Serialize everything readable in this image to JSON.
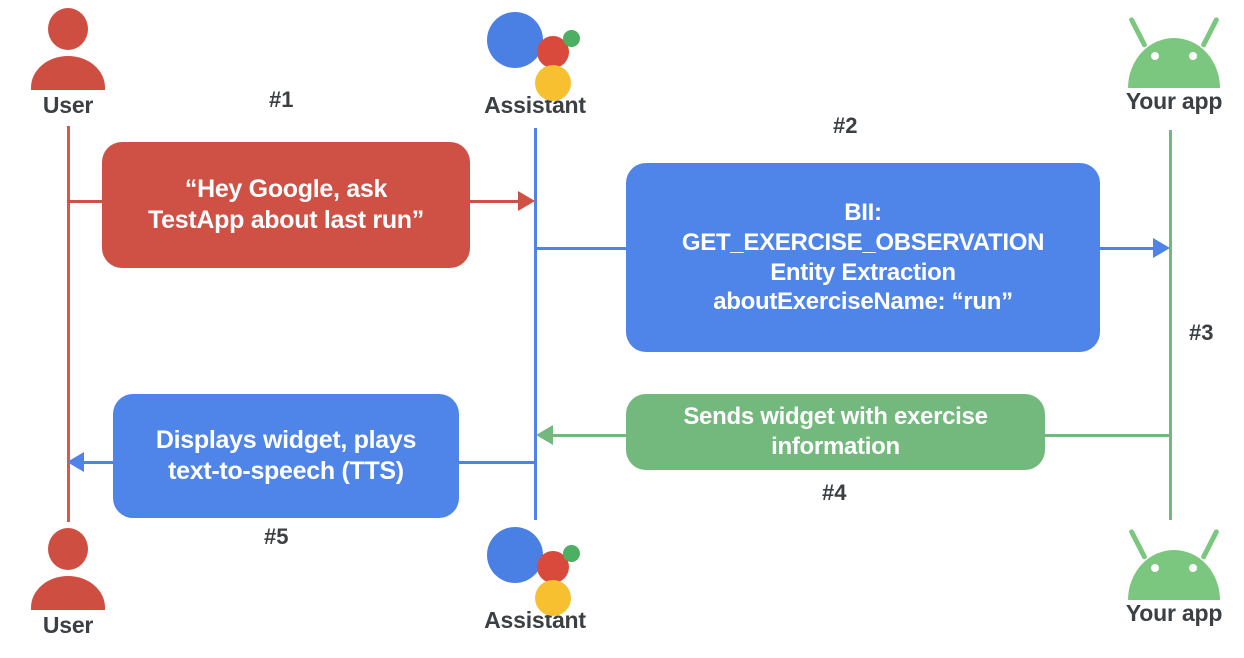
{
  "diagram": {
    "title": "Google Assistant App Actions sequence flow",
    "background": "#ffffff"
  },
  "colors": {
    "user_red": "#CF5044",
    "assistant_blue": "#4F84E8",
    "app_green": "#73B87C",
    "label_gray": "#3C4043",
    "assistant_dot_blue": "#4A80E3",
    "assistant_dot_red": "#D94A3D",
    "assistant_dot_green": "#4CAF62",
    "assistant_dot_yellow": "#F7C030"
  },
  "actors": {
    "top": [
      {
        "id": "user",
        "label": "User",
        "icon": "user-avatar-icon"
      },
      {
        "id": "assistant",
        "label": "Assistant",
        "icon": "google-assistant-icon"
      },
      {
        "id": "app",
        "label": "Your app",
        "icon": "android-robot-icon"
      }
    ],
    "bottom": [
      {
        "id": "user",
        "label": "User",
        "icon": "user-avatar-icon"
      },
      {
        "id": "assistant",
        "label": "Assistant",
        "icon": "google-assistant-icon"
      },
      {
        "id": "app",
        "label": "Your app",
        "icon": "android-robot-icon"
      }
    ]
  },
  "steps": [
    {
      "number": "#1",
      "from": "user",
      "to": "assistant",
      "color": "red"
    },
    {
      "number": "#2",
      "from": "assistant",
      "to": "app",
      "color": "blue"
    },
    {
      "number": "#3",
      "from": "app",
      "to": "app",
      "color": "green"
    },
    {
      "number": "#4",
      "from": "app",
      "to": "assistant",
      "color": "green"
    },
    {
      "number": "#5",
      "from": "assistant",
      "to": "user",
      "color": "blue"
    }
  ],
  "messages": {
    "m1": {
      "line1": "“Hey Google, ask",
      "line2": "TestApp about last run”"
    },
    "m2": {
      "line1": "BII:",
      "line2": "GET_EXERCISE_OBSERVATION",
      "line3": "Entity Extraction",
      "line4": "aboutExerciseName: “run”"
    },
    "m4": {
      "line1": "Sends widget with exercise",
      "line2": "information"
    },
    "m5": {
      "line1": "Displays widget, plays",
      "line2": "text-to-speech (TTS)"
    }
  }
}
